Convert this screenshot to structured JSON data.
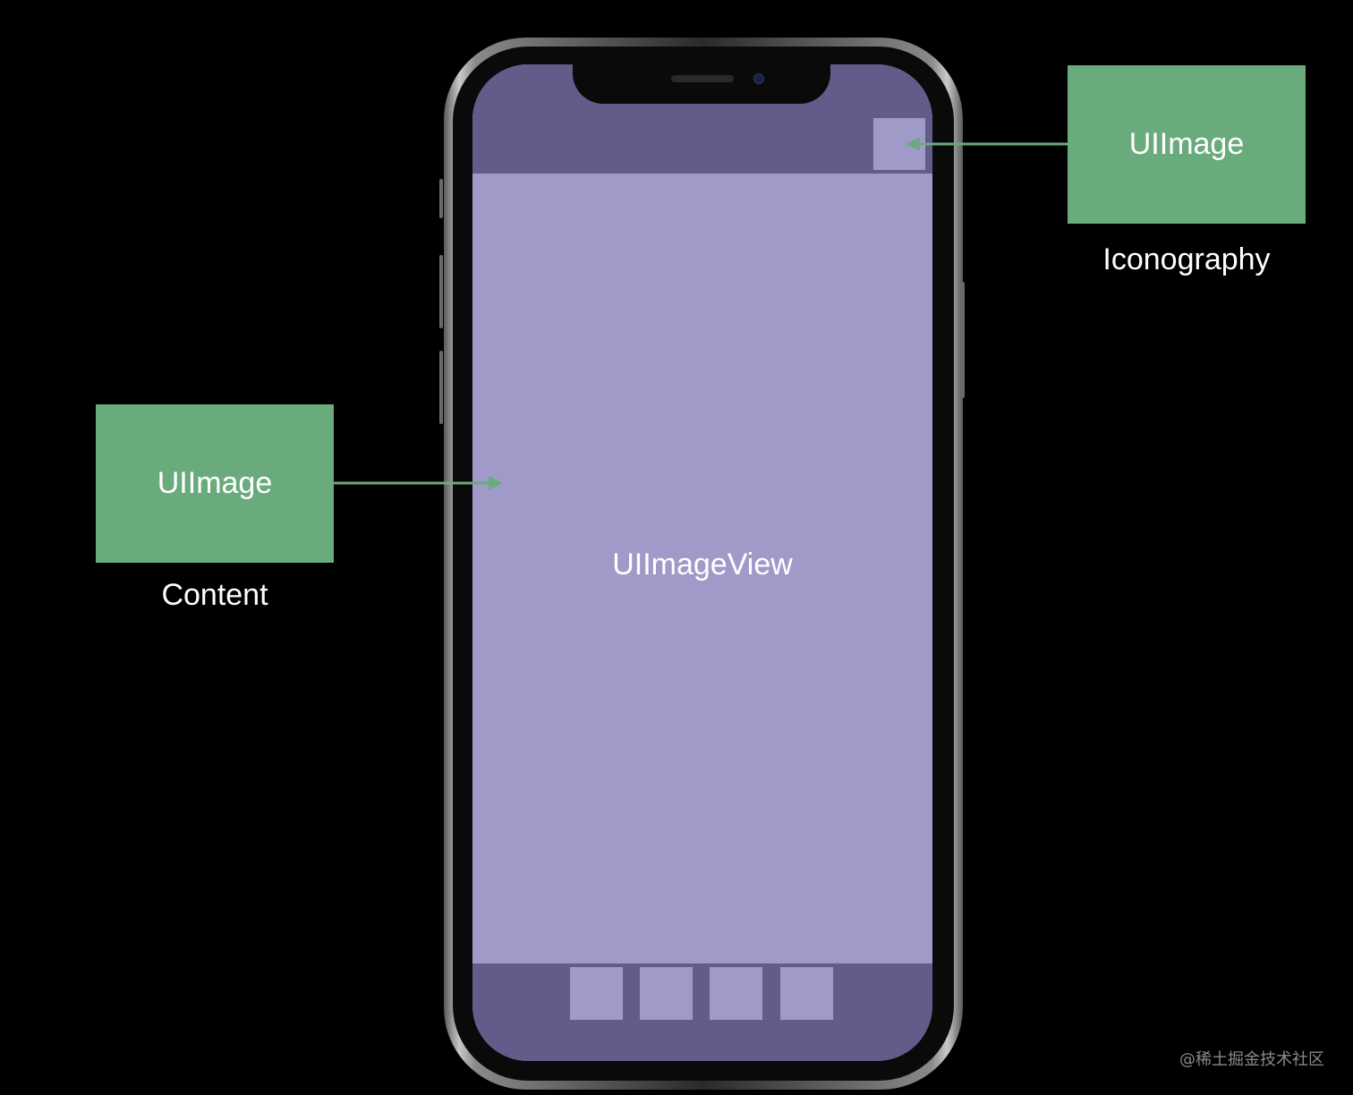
{
  "diagram": {
    "screen_label": "UIImageView",
    "content_box": {
      "label": "UIImage",
      "caption": "Content"
    },
    "icon_box": {
      "label": "UIImage",
      "caption": "Iconography"
    },
    "watermark": "@稀土掘金技术社区"
  },
  "colors": {
    "background": "#000000",
    "box_fill": "#6aab7d",
    "arrow": "#6aab7d",
    "screen_fill": "#a09ac9",
    "bar_fill": "#635b8a",
    "text": "#ffffff"
  },
  "icons": [
    "phone-device",
    "arrow-head"
  ]
}
